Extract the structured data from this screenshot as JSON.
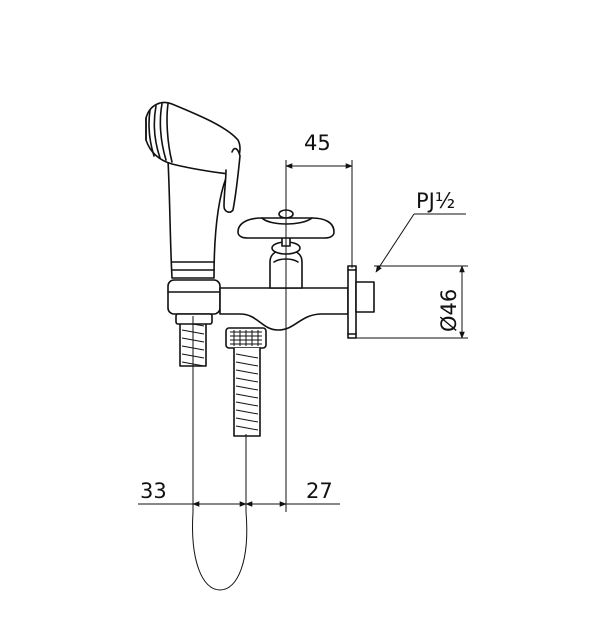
{
  "diagram": {
    "dimensions": {
      "top_width": "45",
      "thread_label": "PJ½",
      "flange_diameter": "Ø46",
      "bottom_left": "33",
      "bottom_right": "27"
    }
  }
}
